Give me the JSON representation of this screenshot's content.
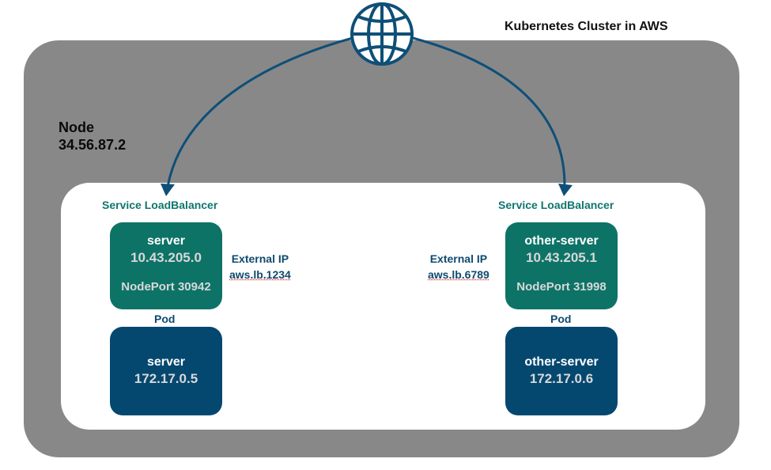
{
  "title": "Kubernetes Cluster in AWS",
  "node": {
    "label": "Node",
    "ip": "34.56.87.2"
  },
  "internet": {
    "icon": "globe-icon"
  },
  "services": [
    {
      "type_label": "Service LoadBalancer",
      "name": "server",
      "cluster_ip": "10.43.205.0",
      "node_port": "NodePort 30942",
      "external_ip_label": "External IP",
      "external_ip": "aws.lb.1234",
      "pod_label": "Pod",
      "pod_name": "server",
      "pod_ip": "172.17.0.5"
    },
    {
      "type_label": "Service LoadBalancer",
      "name": "other-server",
      "cluster_ip": "10.43.205.1",
      "node_port": "NodePort 31998",
      "external_ip_label": "External IP",
      "external_ip": "aws.lb.6789",
      "pod_label": "Pod",
      "pod_name": "other-server",
      "pod_ip": "172.17.0.6"
    }
  ],
  "colors": {
    "cluster_bg": "#888888",
    "service": "#0d7367",
    "pod": "#044870",
    "arrow": "#0e4f78"
  }
}
